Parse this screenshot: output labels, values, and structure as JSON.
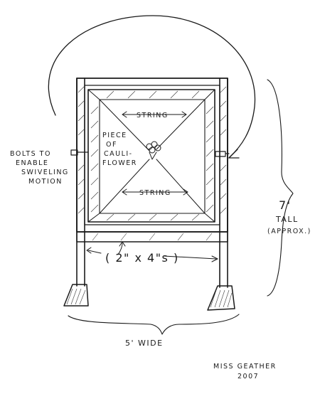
{
  "colors": {
    "ink": "#1a1a1a",
    "paper": "#ffffff"
  },
  "labels": {
    "bolts": [
      "BOLTS TO",
      "ENABLE",
      "SWIVELING",
      "MOTION"
    ],
    "piece": [
      "PIECE",
      "OF",
      "CAULI-",
      "FLOWER"
    ],
    "string_top": "STRING",
    "string_bottom": "STRING",
    "crossbar": "( 2\" x 4\"s )",
    "height": [
      "7'",
      "TALL",
      "(APPROX.)"
    ],
    "width": "5' WIDE",
    "signature": [
      "MISS GEATHER",
      "2007"
    ]
  }
}
